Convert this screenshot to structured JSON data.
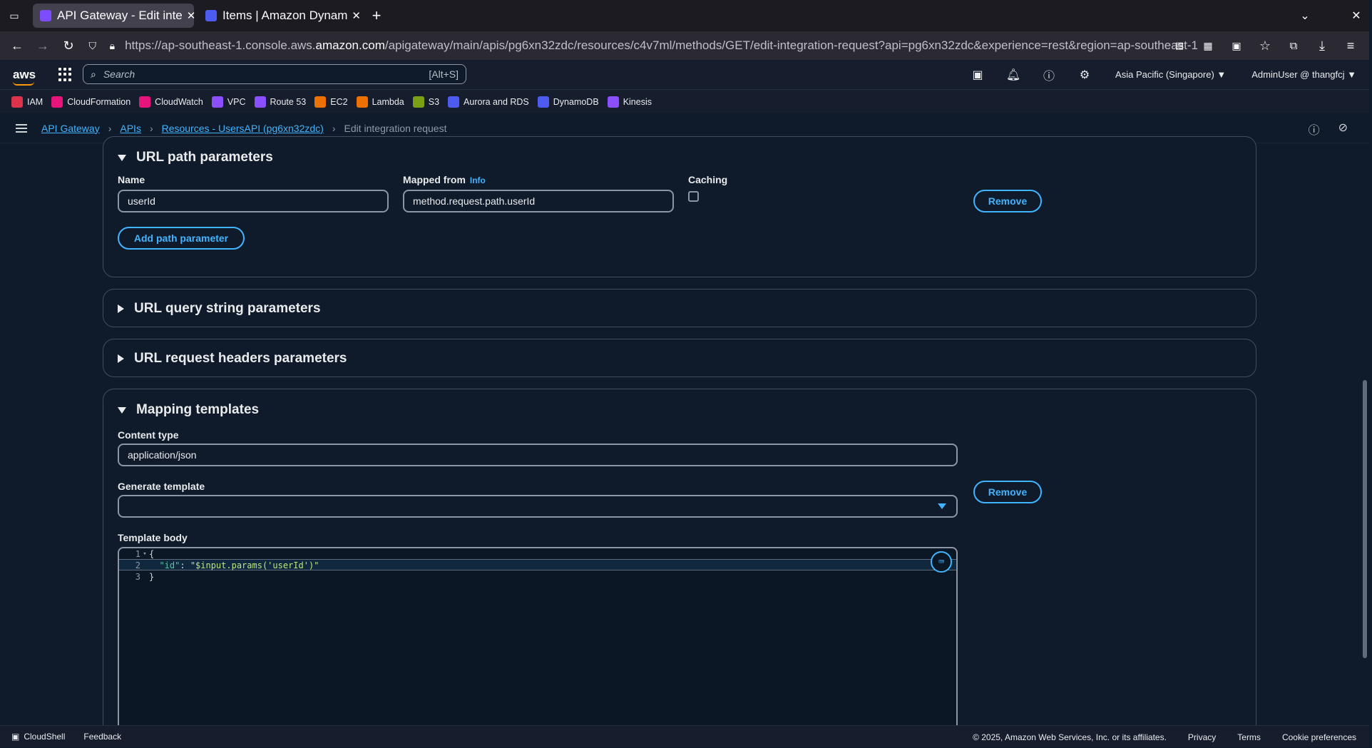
{
  "browser": {
    "tabs": [
      {
        "label": "API Gateway - Edit inte"
      },
      {
        "label": "Items | Amazon Dynam"
      }
    ],
    "url_prefix": "https://ap-southeast-1.console.aws.",
    "url_domain": "amazon.com",
    "url_path": "/apigateway/main/apis/pg6xn32zdc/resources/c4v7ml/methods/GET/edit-integration-request?api=pg6xn32zdc&experience=rest&region=ap-southeast-1"
  },
  "aws_nav": {
    "logo": "aws",
    "search_placeholder": "Search",
    "search_shortcut": "[Alt+S]",
    "region": "Asia Pacific (Singapore) ▼",
    "account": "AdminUser @ thangfcj ▼"
  },
  "favorites": [
    {
      "label": "IAM",
      "color": "#dd344c"
    },
    {
      "label": "CloudFormation",
      "color": "#e7157b"
    },
    {
      "label": "CloudWatch",
      "color": "#e7157b"
    },
    {
      "label": "VPC",
      "color": "#8c4fff"
    },
    {
      "label": "Route 53",
      "color": "#8c4fff"
    },
    {
      "label": "EC2",
      "color": "#ed7100"
    },
    {
      "label": "Lambda",
      "color": "#ed7100"
    },
    {
      "label": "S3",
      "color": "#7aa116"
    },
    {
      "label": "Aurora and RDS",
      "color": "#4d5bf0"
    },
    {
      "label": "DynamoDB",
      "color": "#4d5bf0"
    },
    {
      "label": "Kinesis",
      "color": "#8c4fff"
    }
  ],
  "breadcrumb": {
    "items": [
      "API Gateway",
      "APIs",
      "Resources - UsersAPI (pg6xn32zdc)"
    ],
    "current": "Edit integration request"
  },
  "path_params": {
    "title": "URL path parameters",
    "name_label": "Name",
    "mapped_label": "Mapped from",
    "info": "Info",
    "caching_label": "Caching",
    "name_value": "userId",
    "mapped_value": "method.request.path.userId",
    "remove": "Remove",
    "add": "Add path parameter"
  },
  "query_params": {
    "title": "URL query string parameters"
  },
  "header_params": {
    "title": "URL request headers parameters"
  },
  "mapping": {
    "title": "Mapping templates",
    "content_type_label": "Content type",
    "content_type_value": "application/json",
    "generate_label": "Generate template",
    "generate_value": "",
    "remove": "Remove",
    "body_label": "Template body",
    "lines": [
      "1",
      "2",
      "3"
    ],
    "code_open": "{",
    "code_key": "\"id\"",
    "code_colon": ": ",
    "code_value": "\"$input.params('userId')\"",
    "code_close": "}"
  },
  "footer": {
    "cloudshell": "CloudShell",
    "feedback": "Feedback",
    "copyright": "© 2025, Amazon Web Services, Inc. or its affiliates.",
    "privacy": "Privacy",
    "terms": "Terms",
    "cookies": "Cookie preferences"
  }
}
